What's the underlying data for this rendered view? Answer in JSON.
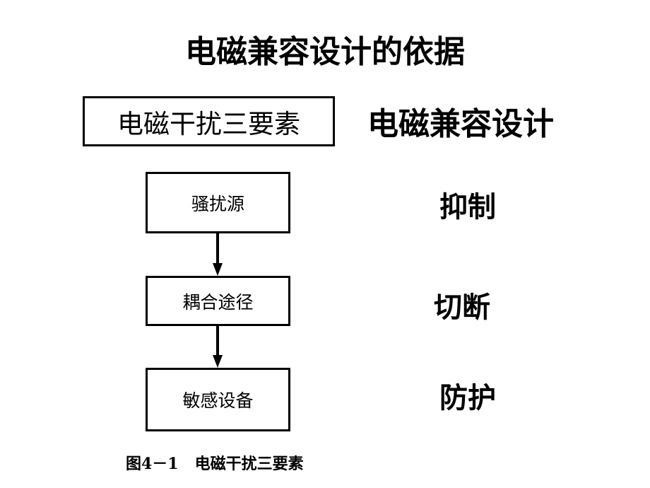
{
  "title": "电磁兼容设计的依据",
  "header": {
    "box_label": "电磁干扰三要素",
    "right_label": "电磁兼容设计"
  },
  "flow": [
    {
      "label": "骚扰源",
      "action": "抑制"
    },
    {
      "label": "耦合途径",
      "action": "切断"
    },
    {
      "label": "敏感设备",
      "action": "防护"
    }
  ],
  "caption": "图4－1   电磁干扰三要素"
}
